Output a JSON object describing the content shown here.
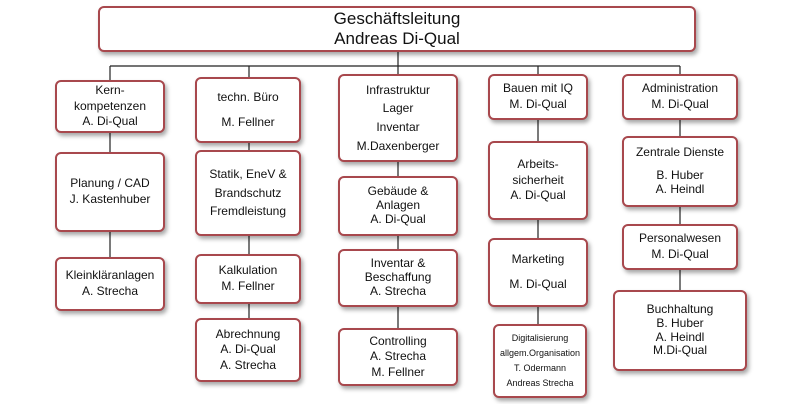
{
  "diagram": {
    "root": {
      "lines": [
        "Geschäftsleitung",
        "Andreas Di-Qual"
      ]
    },
    "columns": [
      {
        "head": {
          "lines": [
            "Kern-",
            "kompetenzen",
            "A. Di-Qual"
          ]
        },
        "units": [
          {
            "lines": [
              "Planung / CAD",
              "J. Kastenhuber"
            ]
          },
          {
            "lines": [
              "Kleinkläranlagen",
              "A. Strecha"
            ]
          }
        ]
      },
      {
        "head": {
          "lines": [
            "techn. Büro",
            "M. Fellner"
          ]
        },
        "units": [
          {
            "lines": [
              "Statik, EneV &",
              "Brandschutz",
              "Fremdleistung"
            ]
          },
          {
            "lines": [
              "Kalkulation",
              "M. Fellner"
            ]
          },
          {
            "lines": [
              "Abrechnung",
              "A. Di-Qual",
              "A. Strecha"
            ]
          }
        ]
      },
      {
        "head": {
          "lines": [
            "Infrastruktur",
            "Lager",
            "Inventar",
            "M.Daxenberger"
          ]
        },
        "units": [
          {
            "lines": [
              "Gebäude &",
              "Anlagen",
              "A. Di-Qual"
            ]
          },
          {
            "lines": [
              "Inventar &",
              "Beschaffung",
              "A. Strecha"
            ]
          },
          {
            "lines": [
              "Controlling",
              "A. Strecha",
              "M. Fellner"
            ]
          }
        ]
      },
      {
        "head": {
          "lines": [
            "Bauen mit IQ",
            "M. Di-Qual"
          ]
        },
        "units": [
          {
            "lines": [
              "Arbeits-",
              "sicherheit",
              "A. Di-Qual"
            ]
          },
          {
            "lines": [
              "Marketing",
              "M. Di-Qual"
            ]
          },
          {
            "lines": [
              "Digitalisierung",
              "allgem.Organisation",
              "T. Odermann",
              "Andreas Strecha"
            ]
          }
        ]
      },
      {
        "head": {
          "lines": [
            "Administration",
            "M. Di-Qual"
          ]
        },
        "units": [
          {
            "lines": [
              "Zentrale Dienste",
              "B. Huber",
              "A. Heindl"
            ]
          },
          {
            "lines": [
              "Personalwesen",
              "M. Di-Qual"
            ]
          },
          {
            "lines": [
              "Buchhaltung",
              "B. Huber",
              "A. Heindl",
              "M.Di-Qual"
            ]
          }
        ]
      }
    ]
  }
}
